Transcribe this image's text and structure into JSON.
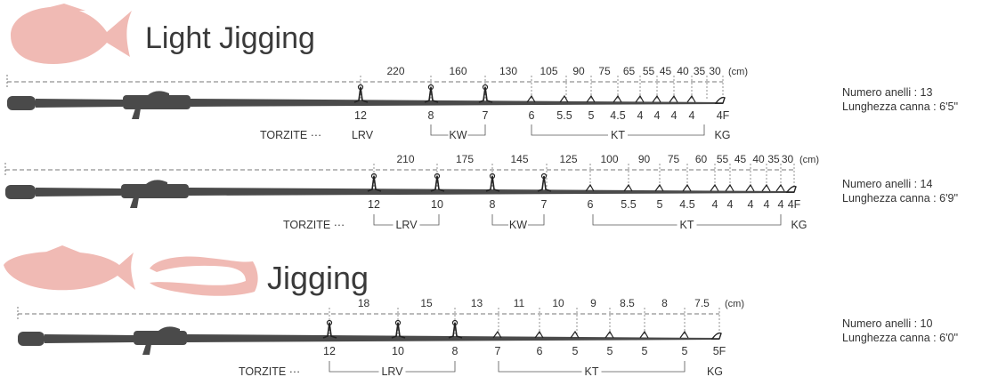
{
  "sections": {
    "light": {
      "title": "Light Jigging"
    },
    "jigging": {
      "title": "Jigging"
    }
  },
  "colors": {
    "fish": "#f0bab4",
    "rod": "#4a4a4a",
    "line": "#555555",
    "dash": "#777777",
    "text": "#333333"
  },
  "rods": [
    {
      "info": {
        "rings": "Numero anelli : 13",
        "length": "Lunghezza canna : 6'5''"
      },
      "unit": "(cm)",
      "spacings": [
        "220",
        "160",
        "130",
        "105",
        "90",
        "75",
        "65",
        "55",
        "45",
        "40",
        "35",
        "30"
      ],
      "ring_sizes": [
        "12",
        "8",
        "7",
        "6",
        "5.5",
        "5",
        "4.5",
        "4",
        "4",
        "4",
        "4",
        "4F"
      ],
      "ring_style": [
        "tall",
        "tall",
        "tall",
        "small",
        "small",
        "small",
        "small",
        "small",
        "small",
        "small",
        "small",
        "tip"
      ],
      "prefix": "TORZITE ···",
      "groups": [
        {
          "label": "LRV",
          "bracket": false
        },
        {
          "label": "KW",
          "bracket": true
        },
        {
          "label": "KT",
          "bracket": true
        },
        {
          "label": "KG",
          "bracket": false
        }
      ]
    },
    {
      "info": {
        "rings": "Numero anelli : 14",
        "length": "Lunghezza canna : 6'9''"
      },
      "unit": "(cm)",
      "spacings": [
        "210",
        "175",
        "145",
        "125",
        "100",
        "90",
        "75",
        "60",
        "55",
        "45",
        "40",
        "35",
        "30"
      ],
      "ring_sizes": [
        "12",
        "10",
        "8",
        "7",
        "6",
        "5.5",
        "5",
        "4.5",
        "4",
        "4",
        "4",
        "4",
        "4",
        "4F"
      ],
      "ring_style": [
        "tall",
        "tall",
        "tall",
        "tall",
        "small",
        "small",
        "small",
        "small",
        "small",
        "small",
        "small",
        "small",
        "small",
        "tip"
      ],
      "prefix": "TORZITE ···",
      "groups": [
        {
          "label": "LRV",
          "bracket": true
        },
        {
          "label": "KW",
          "bracket": true
        },
        {
          "label": "KT",
          "bracket": true
        },
        {
          "label": "KG",
          "bracket": false
        }
      ]
    },
    {
      "info": {
        "rings": "Numero anelli : 10",
        "length": "Lunghezza canna : 6'0''"
      },
      "unit": "(cm)",
      "spacings": [
        "18",
        "15",
        "13",
        "11",
        "10",
        "9",
        "8.5",
        "8",
        "7.5"
      ],
      "ring_sizes": [
        "12",
        "10",
        "8",
        "7",
        "6",
        "5",
        "5",
        "5",
        "5",
        "5F"
      ],
      "ring_style": [
        "tall",
        "tall",
        "tall",
        "small",
        "small",
        "small",
        "small",
        "small",
        "small",
        "tip"
      ],
      "prefix": "TORZITE ···",
      "groups": [
        {
          "label": "LRV",
          "bracket": true
        },
        {
          "label": "KT",
          "bracket": true
        },
        {
          "label": "KG",
          "bracket": false
        }
      ]
    }
  ]
}
